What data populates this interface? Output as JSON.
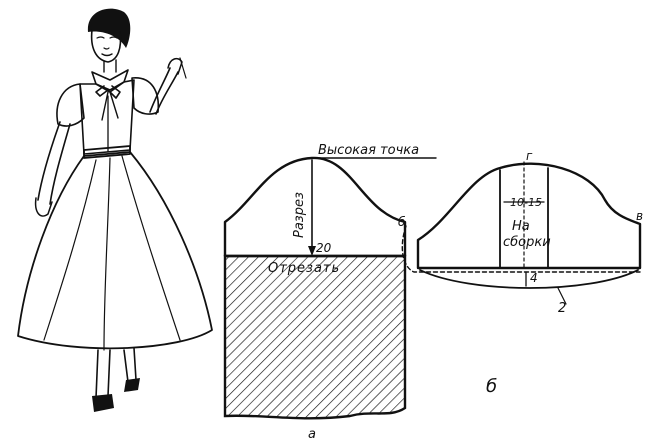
{
  "labels": {
    "high_point": "Высокая точка",
    "slit": "Разрез",
    "cut_off": "Отрезать",
    "gather_top": "На",
    "gather_bottom": "сборки",
    "value_20": "20",
    "value_10_15": "10-15",
    "value_4": "4",
    "point_b": "б",
    "point_v": "в",
    "point_g": "г",
    "line_2": "2",
    "panel_a": "а",
    "panel_b": "б"
  },
  "colors": {
    "ink": "#111111",
    "paper": "#ffffff"
  }
}
